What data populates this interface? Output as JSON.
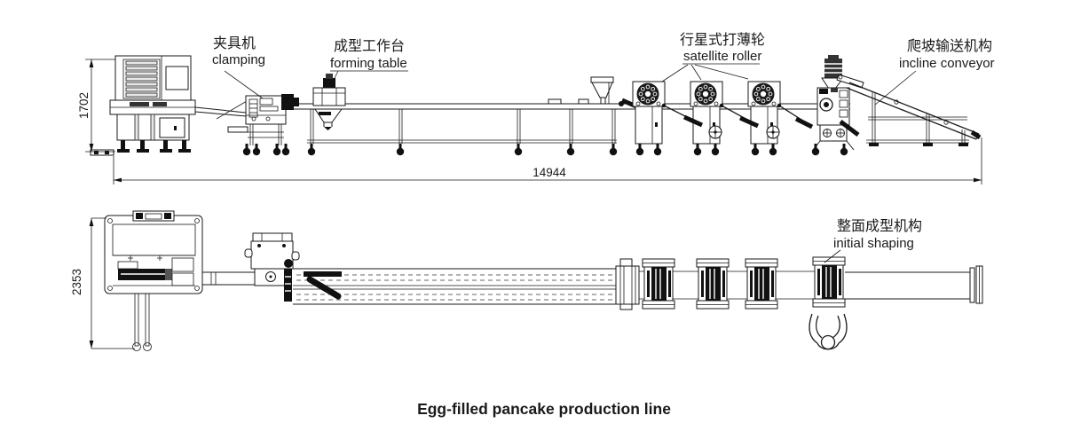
{
  "drawing": {
    "title": "Egg-filled pancake production line"
  },
  "labels": {
    "clamping": {
      "zh": "夹具机",
      "en": "clamping"
    },
    "forming_table": {
      "zh": "成型工作台",
      "en": "forming table"
    },
    "satellite_roller": {
      "zh": "行星式打薄轮",
      "en": "satellite roller"
    },
    "incline_conveyor": {
      "zh": "爬坡输送机构",
      "en": "incline conveyor"
    },
    "initial_shaping": {
      "zh": "整面成型机构",
      "en": "initial shaping"
    }
  },
  "dimensions": {
    "overall_length": "14944",
    "side_view_height": "1702",
    "plan_view_width": "2353"
  },
  "colors": {
    "line": "#1a1a1a",
    "background": "#ffffff"
  }
}
